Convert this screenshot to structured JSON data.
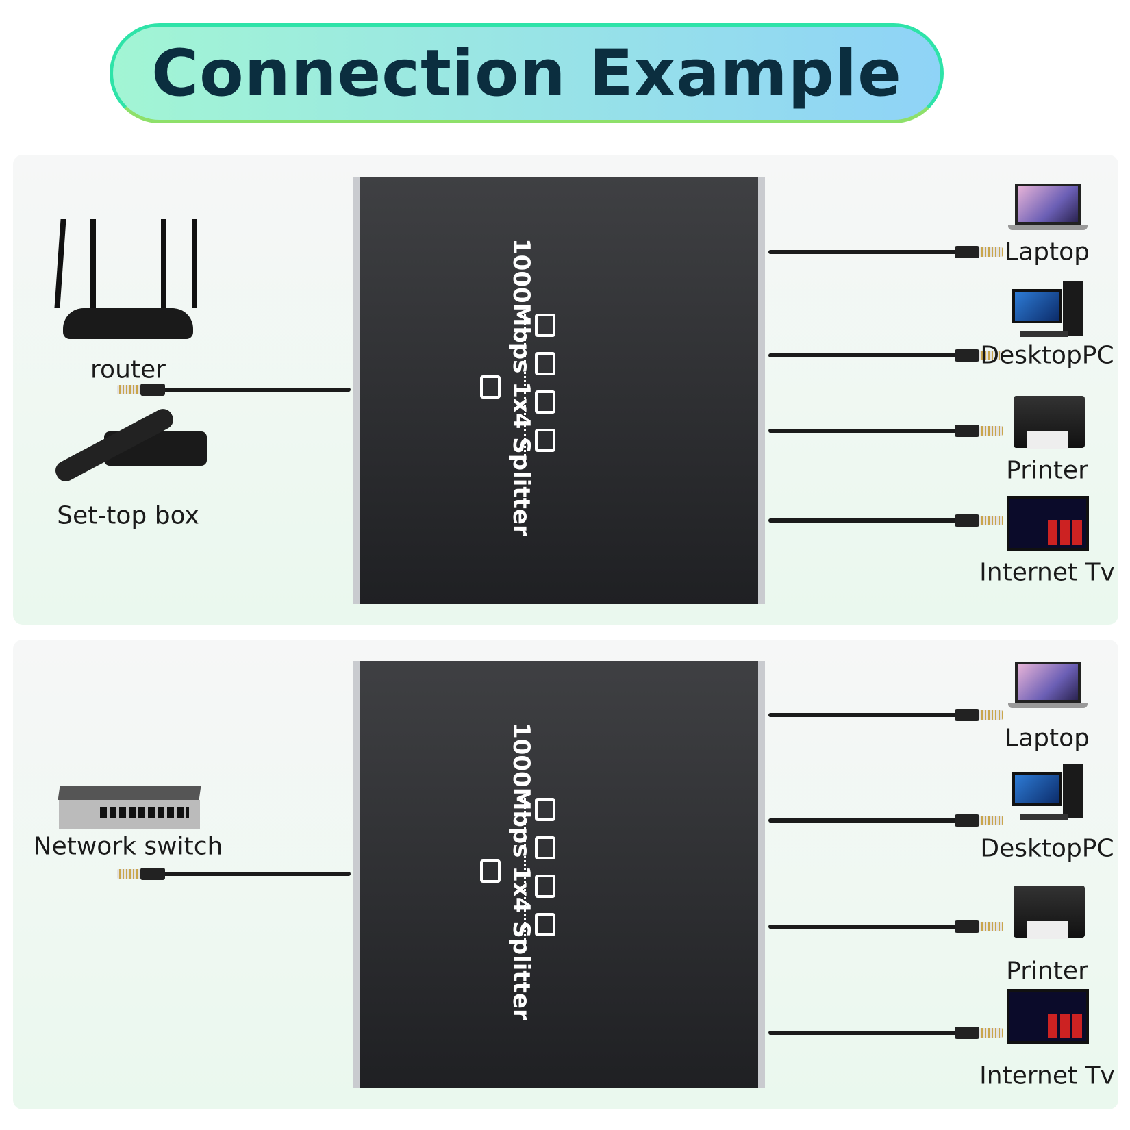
{
  "title": "Connection Example",
  "device_label": "1000Mbps 1x4 Splitter",
  "colors": {
    "title_text": "#0b2e3f",
    "pill_start": "#a2f5d4",
    "pill_end": "#8fd3f7",
    "device": "#2a2b2e"
  },
  "panels": [
    {
      "sources": [
        {
          "label": "router",
          "icon": "router-icon"
        },
        {
          "label": "Set-top box",
          "icon": "set-top-box-icon"
        }
      ],
      "outputs": [
        {
          "label": "Laptop",
          "icon": "laptop-icon"
        },
        {
          "label": "DesktopPC",
          "icon": "desktop-pc-icon"
        },
        {
          "label": "Printer",
          "icon": "printer-icon"
        },
        {
          "label": "Internet Tv",
          "icon": "tv-icon"
        }
      ]
    },
    {
      "sources": [
        {
          "label": "Network switch",
          "icon": "network-switch-icon"
        }
      ],
      "outputs": [
        {
          "label": "Laptop",
          "icon": "laptop-icon"
        },
        {
          "label": "DesktopPC",
          "icon": "desktop-pc-icon"
        },
        {
          "label": "Printer",
          "icon": "printer-icon"
        },
        {
          "label": "Internet Tv",
          "icon": "tv-icon"
        }
      ]
    }
  ]
}
